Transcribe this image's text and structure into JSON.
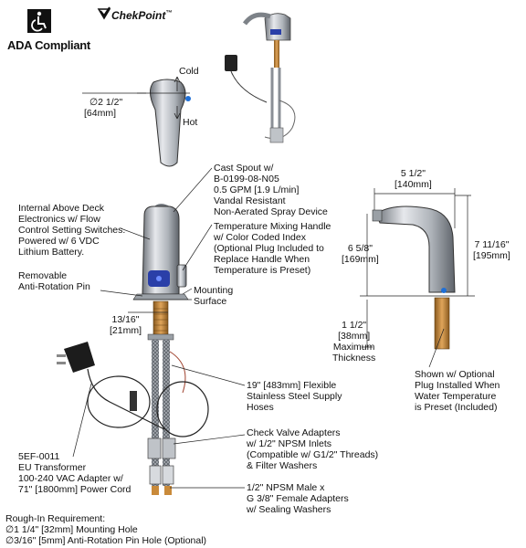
{
  "branding": {
    "ada_label": "ADA Compliant",
    "chekpoint_label": "ChekPoint",
    "chekpoint_mark": "™"
  },
  "handle_detail": {
    "dia_line1": "∅2 1/2\"",
    "dia_line2": "[64mm]",
    "cold": "Cold",
    "hot": "Hot"
  },
  "callouts": {
    "spout_line1": "Cast Spout w/",
    "spout_line2": "B-0199-08-N05",
    "spout_line3": "0.5 GPM [1.9 L/min]",
    "spout_line4": "Vandal Resistant",
    "spout_line5": "Non-Aerated Spray Device",
    "electronics_line1": "Internal Above Deck",
    "electronics_line2": "Electronics w/ Flow",
    "electronics_line3": "Control Setting Switches.",
    "electronics_line4": "Powered w/ 6 VDC",
    "electronics_line5": "Lithium Battery.",
    "mixing_line1": "Temperature Mixing Handle",
    "mixing_line2": "w/ Color Coded Index",
    "mixing_line3": "(Optional Plug Included to",
    "mixing_line4": "Replace Handle When",
    "mixing_line5": "Temperature is Preset)",
    "pin_line1": "Removable",
    "pin_line2": "Anti-Rotation Pin",
    "mounting_line1": "Mounting",
    "mounting_line2": "Surface",
    "hoses_line1": "19\" [483mm] Flexible",
    "hoses_line2": "Stainless Steel Supply",
    "hoses_line3": "Hoses",
    "check_line1": "Check Valve Adapters",
    "check_line2": "w/ 1/2\" NPSM Inlets",
    "check_line3": "(Compatible w/ G1/2\" Threads)",
    "check_line4": "& Filter Washers",
    "transformer_line1": "5EF-0011",
    "transformer_line2": "EU Transformer",
    "transformer_line3": "100-240 VAC Adapter w/",
    "transformer_line4": "71\" [1800mm] Power Cord",
    "npsm_line1": "1/2\" NPSM Male x",
    "npsm_line2": "G 3/8\" Female Adapters",
    "npsm_line3": "w/ Sealing Washers",
    "plug_line1": "Shown w/ Optional",
    "plug_line2": "Plug Installed When",
    "plug_line3": "Water Temperature",
    "plug_line4": "is Preset (Included)"
  },
  "dimensions": {
    "shank_in": "13/16\"",
    "shank_mm": "[21mm]",
    "reach_in": "5 1/2\"",
    "reach_mm": "[140mm]",
    "spout_h_in": "6 5/8\"",
    "spout_h_mm": "[169mm]",
    "total_h_in": "7 11/16\"",
    "total_h_mm": "[195mm]",
    "thick_in": "1 1/2\"",
    "thick_mm": "[38mm]",
    "thick_label1": "Maximum",
    "thick_label2": "Thickness"
  },
  "rough_in": {
    "title": "Rough-In Requirement:",
    "line1": "∅1 1/4\" [32mm] Mounting Hole",
    "line2": "∅3/16\" [5mm] Anti-Rotation Pin Hole (Optional)"
  },
  "colors": {
    "chrome": "#c9ccd1",
    "chrome_dark": "#7d8288",
    "brass": "#c98a3a",
    "sensor": "#2a3fa8",
    "hose": "#8a8f96"
  }
}
